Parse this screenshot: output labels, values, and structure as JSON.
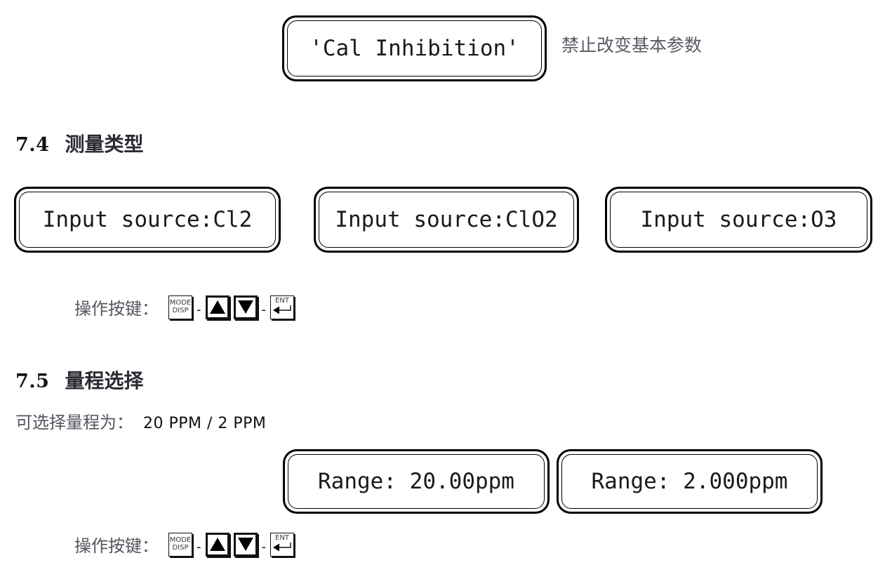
{
  "page": {
    "background": "#ffffff",
    "text_color": "#1a1a1a",
    "muted_text_color": "#55555f"
  },
  "top_display": {
    "lcd_text": "'Cal Inhibition'",
    "annotation": "禁止改变基本参数"
  },
  "sections": [
    {
      "number": "7.4",
      "title": "测量类型",
      "displays": [
        {
          "lcd_text": "Input source:Cl2"
        },
        {
          "lcd_text": "Input source:ClO2"
        },
        {
          "lcd_text": "Input source:O3"
        }
      ],
      "keyrow": {
        "label": "操作按键：",
        "keys": [
          {
            "type": "mode",
            "line1": "MODE",
            "line2": "DISP"
          },
          {
            "type": "separator",
            "glyph": "-"
          },
          {
            "type": "arrow-up",
            "glyph": "▲"
          },
          {
            "type": "arrow-down",
            "glyph": "▼"
          },
          {
            "type": "separator",
            "glyph": "-"
          },
          {
            "type": "enter",
            "label": "ENT",
            "glyph": "◄"
          }
        ]
      }
    },
    {
      "number": "7.5",
      "title": "量程选择",
      "note": {
        "label": "可选择量程为：",
        "value": "20 PPM / 2 PPM"
      },
      "displays": [
        {
          "lcd_text": "Range: 20.00ppm"
        },
        {
          "lcd_text": "Range: 2.000ppm"
        }
      ],
      "keyrow": {
        "label": "操作按键：",
        "keys": [
          {
            "type": "mode",
            "line1": "MODE",
            "line2": "DISP"
          },
          {
            "type": "separator",
            "glyph": "-"
          },
          {
            "type": "arrow-up",
            "glyph": "▲"
          },
          {
            "type": "arrow-down",
            "glyph": "▼"
          },
          {
            "type": "separator",
            "glyph": "-"
          },
          {
            "type": "enter",
            "label": "ENT",
            "glyph": "◄"
          }
        ]
      }
    }
  ]
}
